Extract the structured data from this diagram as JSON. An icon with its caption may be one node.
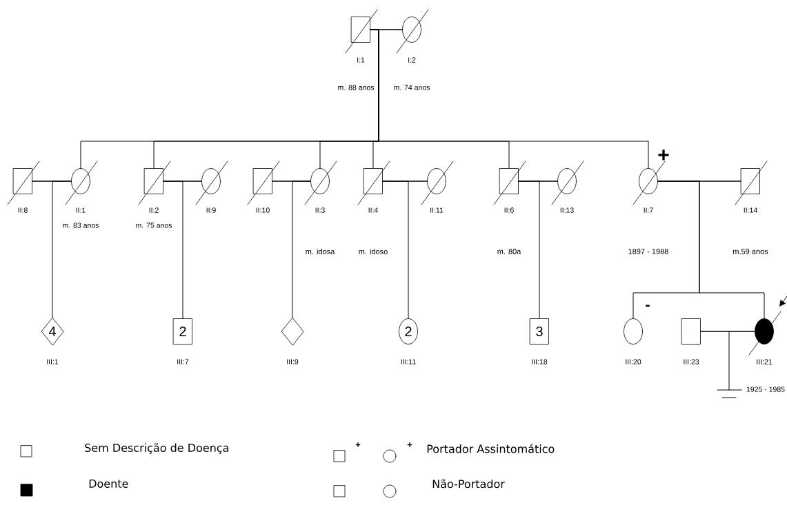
{
  "diagram": {
    "nodes": [
      {
        "text": [],
        "shape": "box",
        "beside": [
          "I:1",
          "m. 88 anos"
        ]
      },
      {
        "text": [],
        "shape": "circle",
        "beside": [
          "I:2",
          "m. 74 anos"
        ]
      },
      {
        "text": [],
        "shape": "box",
        "beside": [
          "II:8"
        ]
      },
      {
        "text": [],
        "shape": "circle",
        "beside": [
          "II:1",
          "m. 83 anos"
        ]
      },
      {
        "text": [],
        "shape": "box",
        "beside": [
          "II:2",
          "m. 75 anos"
        ]
      },
      {
        "text": [],
        "shape": "circle",
        "beside": [
          "II:9"
        ]
      },
      {
        "text": [],
        "shape": "box",
        "beside": [
          "II:10"
        ]
      },
      {
        "text": [],
        "shape": "circle",
        "beside": [
          "II:3"
        ]
      },
      {
        "text": [],
        "shape": "box",
        "beside": [
          "II:4"
        ]
      },
      {
        "text": [],
        "shape": "circle",
        "beside": [
          "II:11"
        ]
      },
      {
        "text": [],
        "shape": "box",
        "beside": [
          "II:6"
        ]
      },
      {
        "text": [],
        "shape": "circle",
        "beside": [
          "II:13"
        ]
      },
      {
        "text": [],
        "shape": "circle",
        "beside": [
          "II:7"
        ]
      },
      {
        "text": [],
        "shape": "box",
        "beside": [
          "II:14"
        ]
      },
      {
        "text": [
          "4"
        ],
        "beside": [
          "III:1"
        ]
      },
      {
        "text": [
          "2"
        ],
        "beside": [
          "III:7"
        ]
      },
      {
        "text": [],
        "shape": "diamond",
        "beside": [
          "III:9"
        ]
      },
      {
        "text": [
          "2"
        ],
        "beside": [
          "III:11"
        ]
      },
      {
        "text": [
          "3"
        ],
        "beside": [
          "III:18"
        ]
      },
      {
        "text": [],
        "shape": "circle",
        "beside": [
          "III:20"
        ]
      },
      {
        "text": [],
        "shape": "box",
        "beside": [
          "III:23"
        ]
      },
      {
        "text": [],
        "shape": "circle",
        "beside": [
          "III:21",
          "1925 - 1985"
        ]
      }
    ],
    "edges": [
      {
        "from": 0,
        "to": 1,
        "arrow": "none"
      },
      {
        "from": 2,
        "to": 3,
        "arrow": "none"
      },
      {
        "from": 4,
        "to": 5,
        "arrow": "none"
      },
      {
        "from": 6,
        "to": 7,
        "arrow": "none"
      },
      {
        "from": 8,
        "to": 9,
        "arrow": "none"
      },
      {
        "from": 10,
        "to": 11,
        "arrow": "none"
      },
      {
        "from": 12,
        "to": 13,
        "arrow": "none"
      },
      {
        "from": 20,
        "to": 21,
        "arrow": "none"
      },
      {
        "from": 0,
        "to": 3,
        "arrow": "none"
      },
      {
        "from": 0,
        "to": 4,
        "arrow": "none"
      },
      {
        "from": 0,
        "to": 7,
        "arrow": "none"
      },
      {
        "from": 0,
        "to": 8,
        "arrow": "none"
      },
      {
        "from": 0,
        "to": 10,
        "arrow": "none"
      },
      {
        "from": 0,
        "to": 12,
        "arrow": "none"
      },
      {
        "from": 3,
        "to": 14,
        "arrow": "none"
      },
      {
        "from": 4,
        "to": 15,
        "arrow": "none"
      },
      {
        "from": 7,
        "to": 16,
        "arrow": "none"
      },
      {
        "from": 8,
        "to": 17,
        "arrow": "none"
      },
      {
        "from": 10,
        "to": 18,
        "arrow": "none"
      },
      {
        "from": 12,
        "to": 19,
        "arrow": "none"
      },
      {
        "from": 12,
        "to": 21,
        "arrow": "none"
      }
    ],
    "labels": [
      "+",
      "m. idosa",
      "m. idoso",
      "m. 80a",
      "1897 - 1988",
      "m.59 anos",
      "-",
      "+",
      "+"
    ],
    "legend": [
      {
        "text": "Sem Descrição de Doença"
      },
      {
        "text": "Doente",
        "color": "#000000"
      },
      {
        "text": "Portador Assintomático"
      },
      {
        "text": "Não-Portador"
      }
    ]
  }
}
